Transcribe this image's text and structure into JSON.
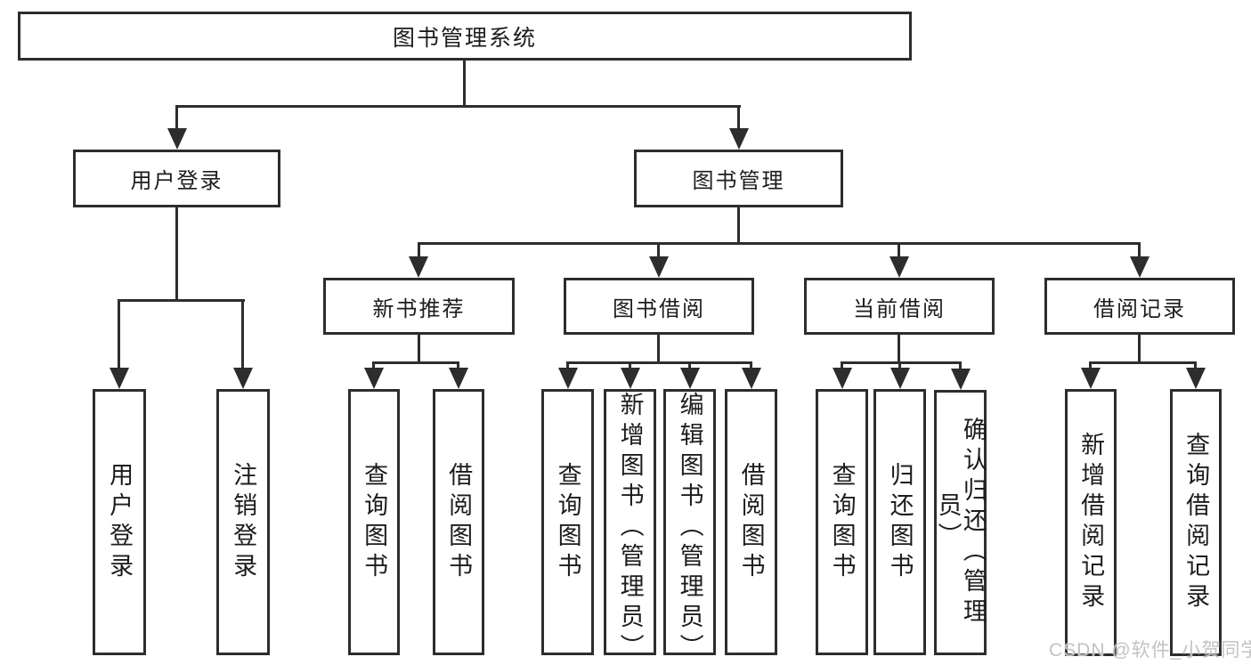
{
  "diagram": {
    "title": "图书管理系统",
    "level2": [
      {
        "label": "用户登录"
      },
      {
        "label": "图书管理"
      }
    ],
    "level3": [
      {
        "label": "新书推荐",
        "parent": "图书管理"
      },
      {
        "label": "图书借阅",
        "parent": "图书管理"
      },
      {
        "label": "当前借阅",
        "parent": "图书管理"
      },
      {
        "label": "借阅记录",
        "parent": "图书管理"
      }
    ],
    "leaves": [
      {
        "label": "用户登录",
        "parent": "用户登录"
      },
      {
        "label": "注销登录",
        "parent": "用户登录"
      },
      {
        "label": "查询图书",
        "parent": "新书推荐"
      },
      {
        "label": "借阅图书",
        "parent": "新书推荐"
      },
      {
        "label": "查询图书",
        "parent": "图书借阅"
      },
      {
        "label": "新增图书（管理员）",
        "parent": "图书借阅"
      },
      {
        "label": "编辑图书（管理员）",
        "parent": "图书借阅"
      },
      {
        "label": "借阅图书",
        "parent": "图书借阅"
      },
      {
        "label": "查询图书",
        "parent": "当前借阅"
      },
      {
        "label": "归还图书",
        "parent": "当前借阅"
      },
      {
        "label": "确认归还（管理员）",
        "parent": "当前借阅"
      },
      {
        "label": "新增借阅记录",
        "parent": "借阅记录"
      },
      {
        "label": "查询借阅记录",
        "parent": "借阅记录"
      }
    ],
    "colors": {
      "line": "#2d2d2d",
      "text": "#1c1c1c",
      "background": "#ffffff",
      "watermark": "#c2c2c2"
    }
  },
  "watermark": {
    "text": "CSDN @软件_小贺同学"
  }
}
